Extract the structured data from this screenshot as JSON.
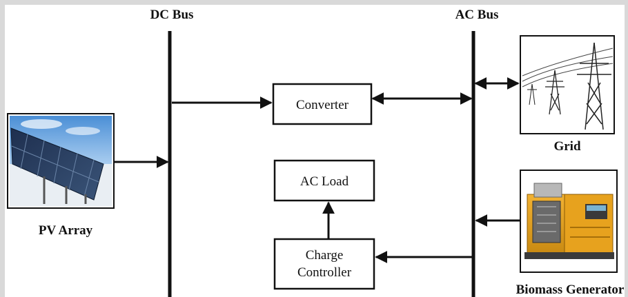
{
  "buses": {
    "dc_label": "DC Bus",
    "ac_label": "AC Bus"
  },
  "blocks": {
    "converter": "Converter",
    "ac_load": "AC Load",
    "charge_controller_line1": "Charge",
    "charge_controller_line2": "Controller"
  },
  "components": {
    "pv_array": "PV Array",
    "grid": "Grid",
    "biomass_generator": "Biomass Generator"
  }
}
